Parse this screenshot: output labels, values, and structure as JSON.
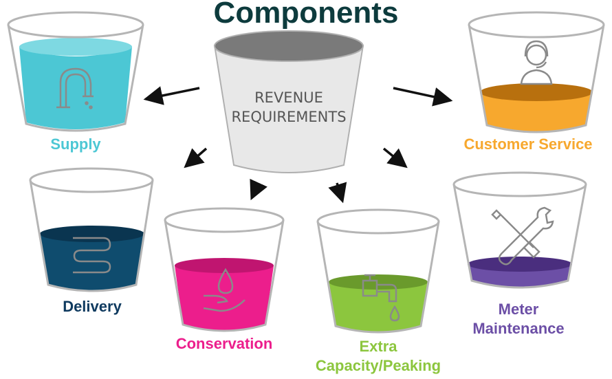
{
  "title": "Components",
  "center": {
    "line1": "REVENUE",
    "line2": "REQUIREMENTS"
  },
  "buckets": {
    "supply": {
      "label": "Supply",
      "color": "#4cc7d4",
      "icon": "water-pipe-icon"
    },
    "customer_service": {
      "label": "Customer Service",
      "color": "#f7a82e",
      "icon": "headset-agent-icon"
    },
    "delivery": {
      "label": "Delivery",
      "color": "#0f4c6e",
      "icon": "coiled-pipe-icon"
    },
    "conservation": {
      "label": "Conservation",
      "color": "#ec1e8c",
      "icon": "hand-water-drop-icon"
    },
    "extra_capacity": {
      "line1": "Extra",
      "line2": "Capacity/Peaking",
      "color": "#8cc63e",
      "icon": "faucet-icon"
    },
    "meter_maintenance": {
      "line1": "Meter",
      "line2": "Maintenance",
      "color": "#6c4fa6",
      "icon": "wrench-screwdriver-icon"
    }
  },
  "colors": {
    "title": "#0d3b3d",
    "bucket_outline": "#b5b5b5",
    "center_bucket": "#e6e6e6",
    "arrow": "#111111"
  }
}
